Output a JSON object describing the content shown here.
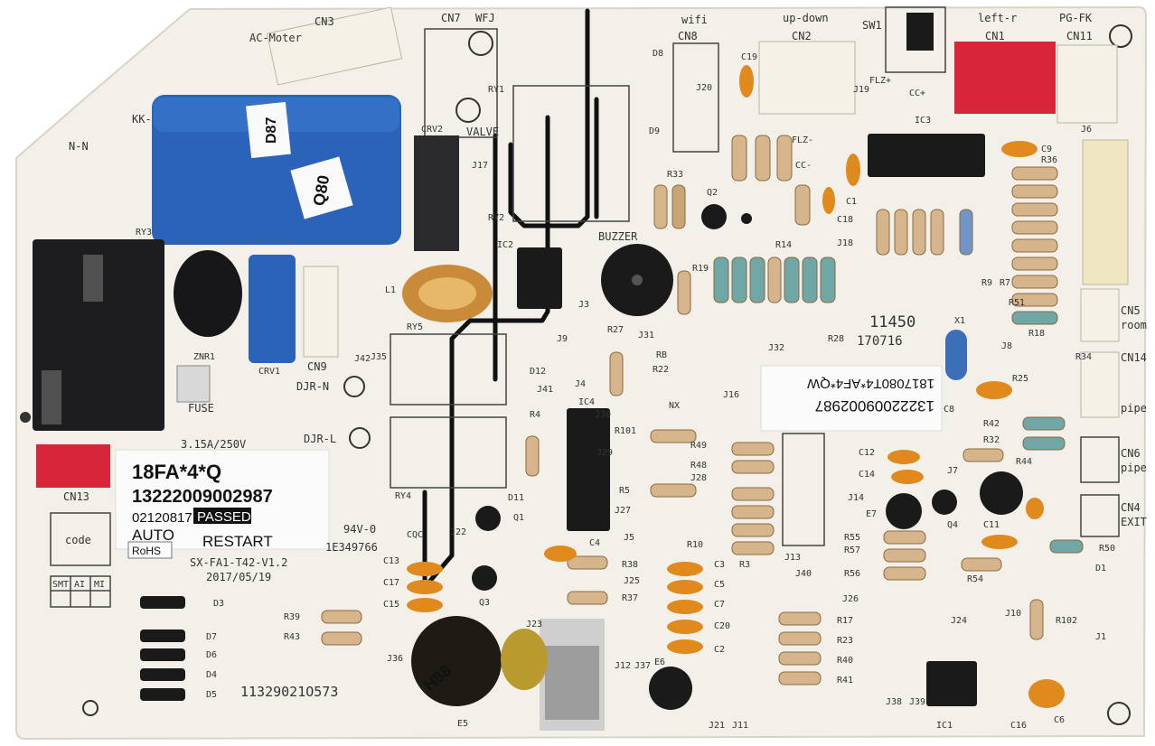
{
  "colors": {
    "board": "#f2f0e8",
    "trace": "#111111",
    "relay_blue": "#2a63b8",
    "connector_red": "#d7263a",
    "connector_white": "#f4f1e6",
    "cap_orange": "#e08a1e"
  },
  "sticker_left": {
    "model": "18FA*4*Q",
    "serial": "13222009002987",
    "date": "02120817",
    "status": "PASSED",
    "mode": "AUTO",
    "restart": "RESTART",
    "rohs": "RoHS"
  },
  "sticker_right": {
    "serial": "13222009002987",
    "model": "1817080T4*AF4*QW"
  },
  "board_text": {
    "board_id": "SX-FA1-T42-V1.2",
    "date": "2017/05/19",
    "number": "11329021O573",
    "batch": "11450",
    "lot": "170716",
    "cert": "1E349766",
    "rating": "94V-0",
    "cqc": "CQC",
    "code_box": "code",
    "check_labels": [
      "SMT",
      "AI",
      "MI"
    ],
    "fuse": "FUSE",
    "fuse_rating": "3.15A/250V"
  },
  "relay_labels": {
    "big_relay_1": "D87",
    "big_relay_2": "Q80",
    "cap_label": "H88",
    "kk": "KK-"
  },
  "connectors": {
    "ac_motor": "AC-Moter",
    "cn3": "CN3",
    "cn7": "CN7",
    "wfj": "WFJ",
    "valve": "VALVE",
    "wifi": "wifi",
    "cn8": "CN8",
    "up_down": "up-down",
    "cn2": "CN2",
    "sw1": "SW1",
    "left_r": "left-r",
    "cn1": "CN1",
    "pg_fk": "PG-FK",
    "cn11": "CN11",
    "cn5": "CN5",
    "room": "room",
    "cn14": "CN14",
    "pipe_a": "pipe",
    "cn6": "CN6",
    "pipe_b": "pipe",
    "cn4": "CN4",
    "exit": "EXIT",
    "cn13": "CN13",
    "cn9": "CN9",
    "nn": "N-N",
    "djrn": "DJR-N",
    "djrl": "DJR-L",
    "buzzer": "BUZZER"
  },
  "ref_labels": [
    "RY1",
    "RY2",
    "RY3",
    "RY4",
    "RY5",
    "IC1",
    "IC2",
    "IC3",
    "IC4",
    "CRV1",
    "CRV2",
    "ZNR1",
    "L1",
    "D1",
    "D3",
    "D4",
    "D5",
    "D6",
    "D7",
    "D8",
    "D9",
    "D11",
    "D12",
    "Q1",
    "Q2",
    "Q3",
    "Q4",
    "R3",
    "R4",
    "R5",
    "R7",
    "R9",
    "R10",
    "R14",
    "R17",
    "R18",
    "R19",
    "R22",
    "R23",
    "R25",
    "R27",
    "R28",
    "R32",
    "R33",
    "R34",
    "R36",
    "R37",
    "R38",
    "R39",
    "R40",
    "R41",
    "R42",
    "R43",
    "R44",
    "R48",
    "R49",
    "R50",
    "R51",
    "R54",
    "R55",
    "R56",
    "R57",
    "R101",
    "R102",
    "C1",
    "C2",
    "C3",
    "C4",
    "C5",
    "C6",
    "C7",
    "C8",
    "C9",
    "C11",
    "C12",
    "C13",
    "C14",
    "C15",
    "C16",
    "C17",
    "C18",
    "C19",
    "C20",
    "E5",
    "E6",
    "E7",
    "X1",
    "J1",
    "J3",
    "J4",
    "J5",
    "J6",
    "J7",
    "J8",
    "J9",
    "J10",
    "J11",
    "J12",
    "J13",
    "J14",
    "J16",
    "J17",
    "J18",
    "J19",
    "J20",
    "J21",
    "J22",
    "J23",
    "J24",
    "J25",
    "J26",
    "J27",
    "J28",
    "J29",
    "J30",
    "J31",
    "J32",
    "J35",
    "J36",
    "J37",
    "J38",
    "J39",
    "J40",
    "J41",
    "J42",
    "FLZ+",
    "FLZ-",
    "CC+",
    "CC-",
    "RB",
    "NX"
  ]
}
